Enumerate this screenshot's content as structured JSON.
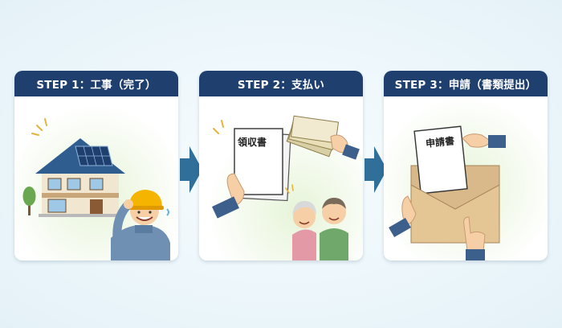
{
  "steps": [
    {
      "label": "STEP 1：工事（完了）"
    },
    {
      "label": "STEP 2：支払い"
    },
    {
      "label": "STEP 3：申請（書類提出）"
    }
  ],
  "documents": {
    "receipt": "領収書",
    "application": "申請書"
  },
  "icons": [
    "house-solar-icon",
    "worker-icon",
    "receipt-icon",
    "cash-icon",
    "couple-icon",
    "envelope-icon",
    "application-form-icon"
  ],
  "colors": {
    "header": "#1f3f6e",
    "arrow": "#2f6f9a",
    "background": "#eef7fb",
    "card": "#ffffff"
  }
}
